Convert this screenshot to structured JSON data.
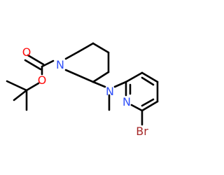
{
  "molecule": {
    "atoms": [
      {
        "symbol": "O"
      },
      {
        "symbol": "O"
      },
      {
        "symbol": "N"
      },
      {
        "symbol": "N"
      },
      {
        "symbol": "N"
      },
      {
        "symbol": "Br"
      }
    ]
  },
  "colors": {
    "bond": "#000000",
    "oxygen": "#ff0d0d",
    "nitrogen": "#3050f8",
    "bromine": "#a62929"
  }
}
